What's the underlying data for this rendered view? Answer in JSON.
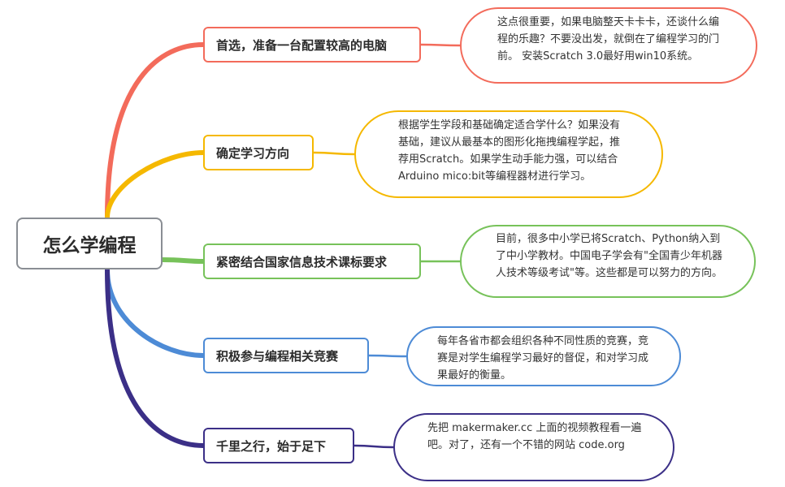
{
  "root": {
    "label": "怎么学编程"
  },
  "branches": [
    {
      "topic": "首选，准备一台配置较高的电脑",
      "color": "#f36b5b",
      "note": "这点很重要，如果电脑整天卡卡卡，还谈什么编程的乐趣？不要没出发，就倒在了编程学习的门前。 安装Scratch 3.0最好用win10系统。"
    },
    {
      "topic": "确定学习方向",
      "color": "#f5b800",
      "note": "根据学生学段和基础确定适合学什么？如果没有基础，建议从最基本的图形化拖拽编程学起，推荐用Scratch。如果学生动手能力强，可以结合Arduino  mico:bit等编程器材进行学习。"
    },
    {
      "topic": "紧密结合国家信息技术课标要求",
      "color": "#77c25a",
      "note": "目前，很多中小学已将Scratch、Python纳入到了中小学教材。中国电子学会有\"全国青少年机器人技术等级考试\"等。这些都是可以努力的方向。"
    },
    {
      "topic": "积极参与编程相关竞赛",
      "color": "#4d8bd6",
      "note": "每年各省市都会组织各种不同性质的竞赛，竞赛是对学生编程学习最好的督促，和对学习成果最好的衡量。"
    },
    {
      "topic": "千里之行，始于足下",
      "color": "#3b2f87",
      "note": "先把 makermaker.cc 上面的视频教程看一遍吧。对了，还有一个不错的网站 code.org"
    }
  ]
}
